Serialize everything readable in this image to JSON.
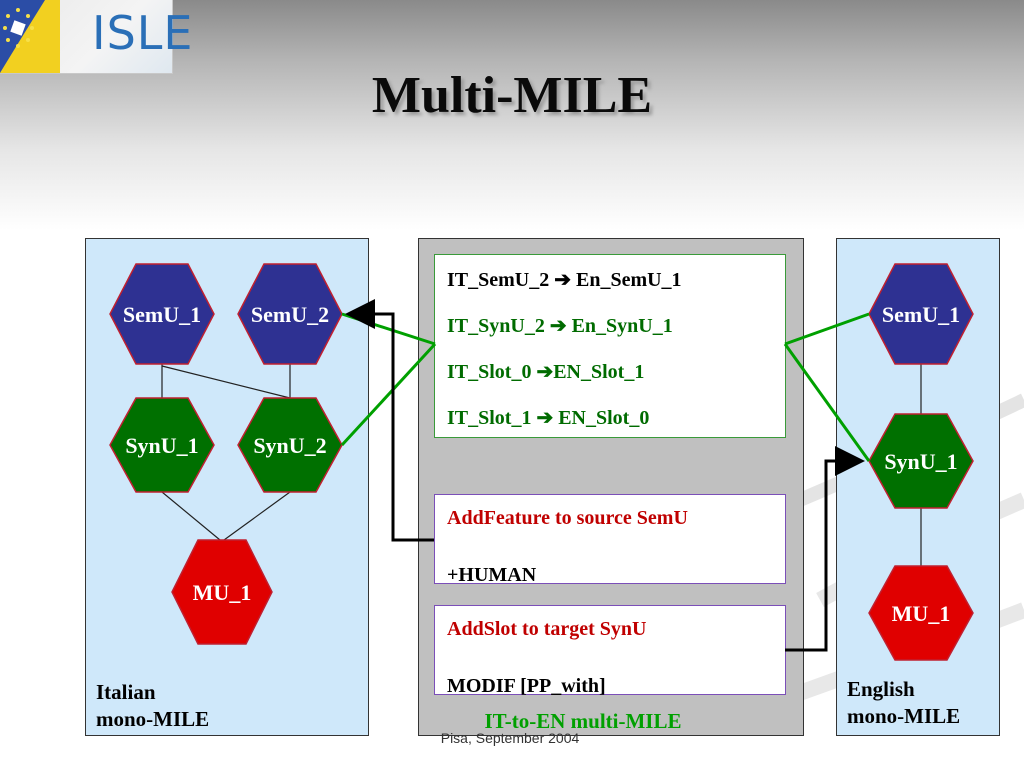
{
  "title": "Multi-MILE",
  "logo": {
    "text": "ISLE"
  },
  "left_panel": {
    "label_line1": "Italian",
    "label_line2": "mono-MILE",
    "nodes": {
      "semu1": "SemU_1",
      "semu2": "SemU_2",
      "synu1": "SynU_1",
      "synu2": "SynU_2",
      "mu1": "MU_1"
    }
  },
  "right_panel": {
    "label_line1": "English",
    "label_line2": "mono-MILE",
    "nodes": {
      "semu1": "SemU_1",
      "synu1": "SynU_1",
      "mu1": "MU_1"
    }
  },
  "middle_panel": {
    "rules": [
      "IT_SemU_2 ➔ En_SemU_1",
      "IT_SynU_2 ➔ En_SynU_1",
      "IT_Slot_0 ➔EN_Slot_1",
      "IT_Slot_1 ➔ EN_Slot_0"
    ],
    "op1": {
      "action": "AddFeature to source SemU",
      "value": "+HUMAN"
    },
    "op2": {
      "action": "AddSlot to target SynU",
      "value": "MODIF [PP_with]"
    },
    "caption": "IT-to-EN multi-MILE"
  },
  "footer": "Pisa, September 2004",
  "colors": {
    "semu": "#2e3192",
    "synu": "#007000",
    "mu": "#e00000",
    "panel_blue": "#cfe8fa",
    "link_green": "#00a000"
  }
}
